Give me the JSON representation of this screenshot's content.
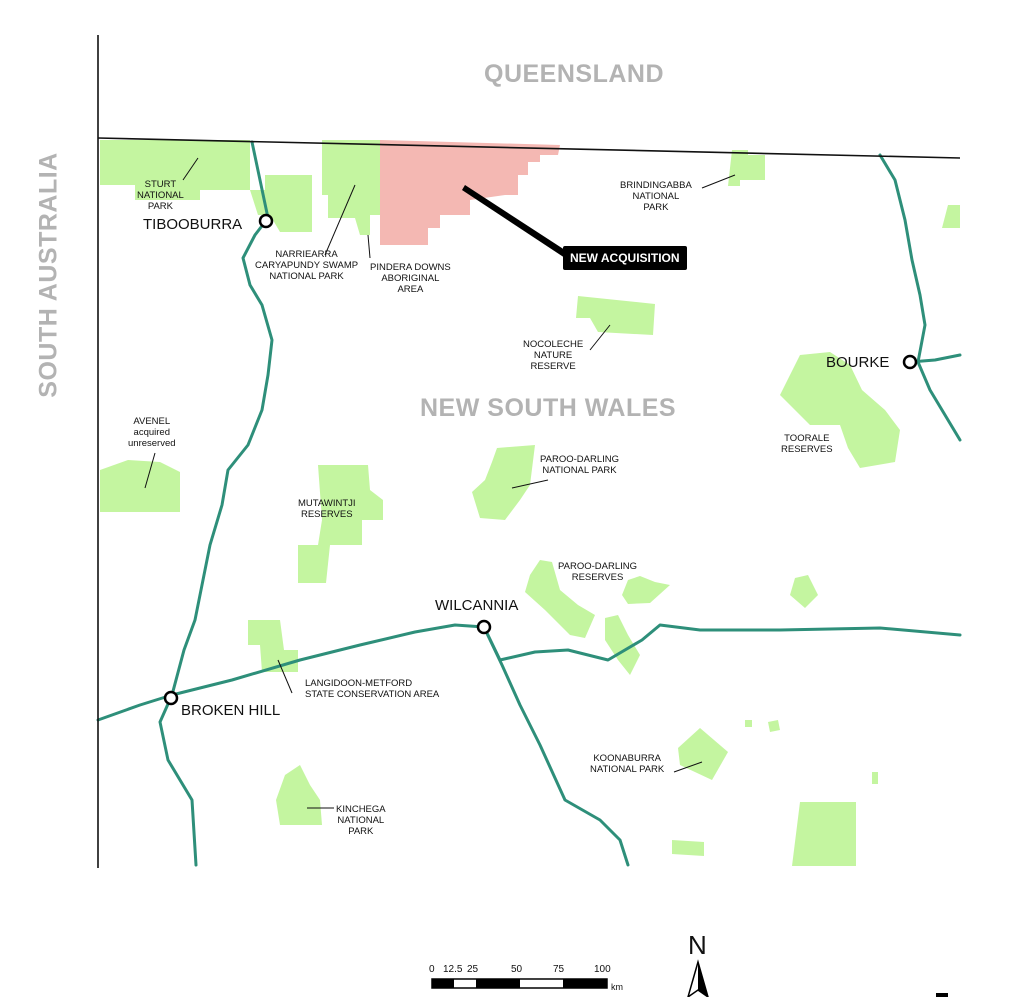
{
  "regions": {
    "queensland": "QUEENSLAND",
    "south_australia": "SOUTH AUSTRALIA",
    "new_south_wales": "NEW SOUTH WALES"
  },
  "towns": {
    "tibooburra": "TIBOOBURRA",
    "bourke": "BOURKE",
    "wilcannia": "WILCANNIA",
    "broken_hill": "BROKEN HILL"
  },
  "parks": {
    "sturt": "STURT\nNATIONAL\nPARK",
    "narriearra": "NARRIEARRA\nCARYAPUNDY SWAMP\nNATIONAL PARK",
    "pindera": "PINDERA DOWNS\nABORIGINAL\nAREA",
    "brindingabba": "BRINDINGABBA\nNATIONAL\nPARK",
    "nocoleche": "NOCOLECHE\nNATURE\nRESERVE",
    "toorale": "TOORALE\nRESERVES",
    "avenel": "AVENEL\nacquired\nunreserved",
    "paroo_np": "PAROO-DARLING\nNATIONAL PARK",
    "mutawintji": "MUTAWINTJI\nRESERVES",
    "paroo_res": "PAROO-DARLING\nRESERVES",
    "langidoon": "LANGIDOON-METFORD\nSTATE CONSERVATION AREA",
    "koonaburra": "KOONABURRA\nNATIONAL PARK",
    "kinchega": "KINCHEGA\nNATIONAL\nPARK"
  },
  "callout": {
    "new_acquisition": "NEW ACQUISITION"
  },
  "scale": {
    "ticks": [
      "0",
      "12.5",
      "25",
      "50",
      "75",
      "100"
    ],
    "unit": "km"
  },
  "north_label": "N",
  "colors": {
    "park_fill": "#c4f5a0",
    "acquisition_fill": "#f4b8b3",
    "road": "#2e8f7a",
    "border": "#111111",
    "region_label": "#b3b3b3"
  }
}
